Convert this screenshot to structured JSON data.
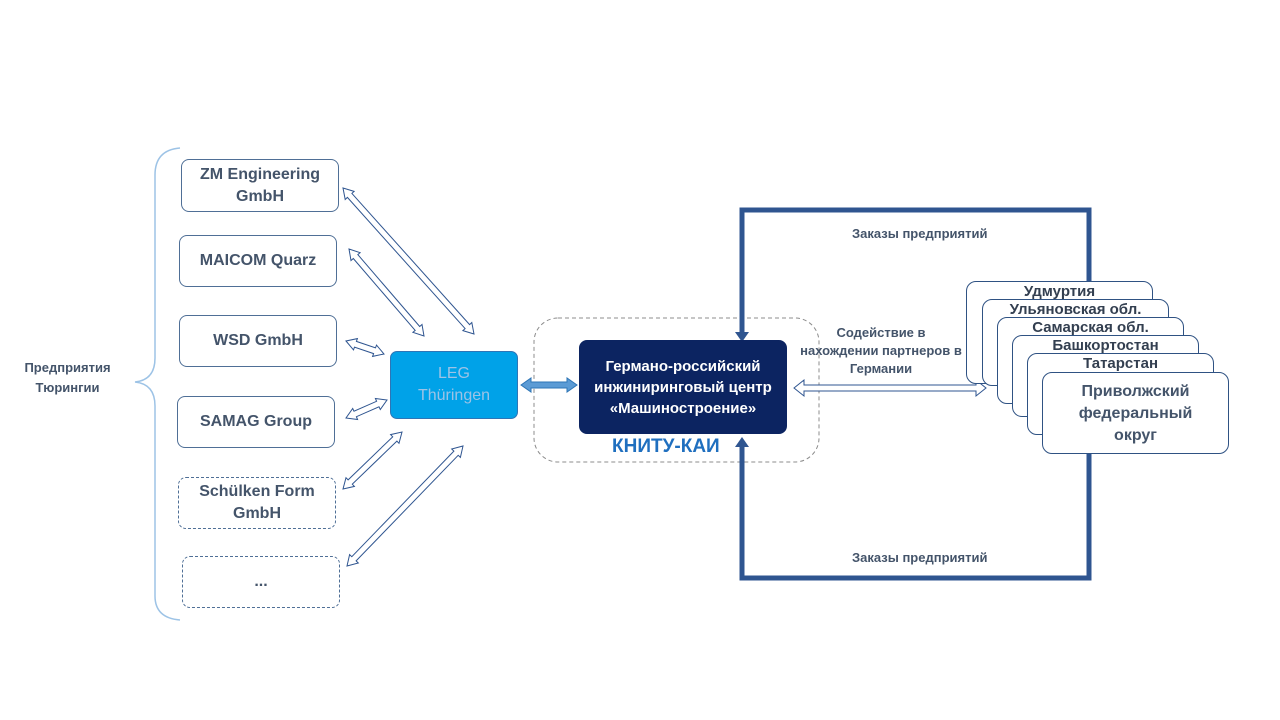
{
  "left_group": {
    "label": "Предприятия Тюрингии",
    "companies": [
      {
        "name": "ZM Engineering GmbH",
        "dashed": false
      },
      {
        "name": "MAICOM Quarz",
        "dashed": false
      },
      {
        "name": "WSD GmbH",
        "dashed": false
      },
      {
        "name": "SAMAG Group",
        "dashed": false
      },
      {
        "name": "Schülken Form GmbH",
        "dashed": true
      },
      {
        "name": "...",
        "dashed": true
      }
    ]
  },
  "leg": {
    "label": "LEG Thüringen",
    "color": "#00a2e8"
  },
  "center": {
    "label": "Германо-российский инжиниринговый центр «Машиностроение»",
    "sublabel": "КНИТУ-КАИ",
    "box_color": "#0c2461",
    "sublabel_color": "#1f6fbf"
  },
  "loop": {
    "top_label": "Заказы предприятий",
    "bottom_label": "Заказы предприятий",
    "color": "#2f5590"
  },
  "assistance_label": "Содействие в нахождении партнеров в Германии",
  "regions": [
    "Удмуртия",
    "Ульяновская обл.",
    "Самарская обл.",
    "Башкортостан",
    "Татарстан",
    "Приволжский федеральный округ"
  ]
}
